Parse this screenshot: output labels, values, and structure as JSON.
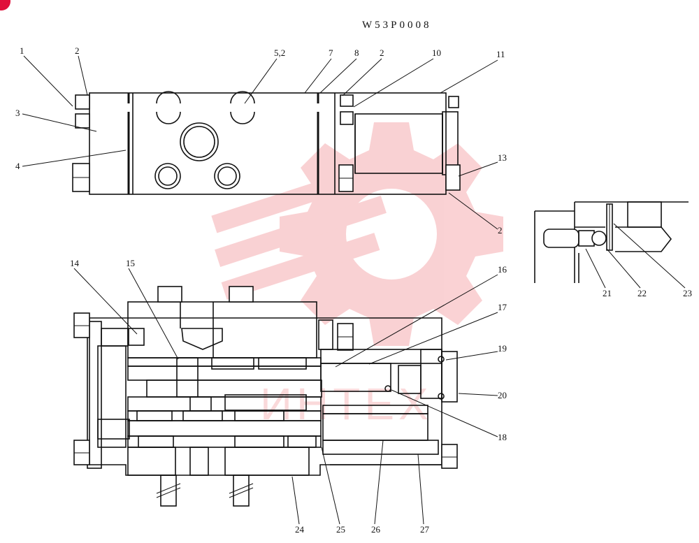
{
  "drawing_code": "W53P0008",
  "watermark": {
    "text": "ИНТЕХ",
    "color": "#e8333a"
  },
  "colors": {
    "line": "#111111",
    "corner_badge": "#e0103a"
  },
  "callouts": {
    "c1": "1",
    "c2a": "2",
    "c52": "5,2",
    "c7": "7",
    "c8": "8",
    "c2b": "2",
    "c10": "10",
    "c11": "11",
    "c3": "3",
    "c4": "4",
    "c13": "13",
    "c2c": "2",
    "c14": "14",
    "c15": "15",
    "c16": "16",
    "c17": "17",
    "c19": "19",
    "c20": "20",
    "c18": "18",
    "c24": "24",
    "c25": "25",
    "c26": "26",
    "c27": "27",
    "c21": "21",
    "c22": "22",
    "c23": "23"
  }
}
